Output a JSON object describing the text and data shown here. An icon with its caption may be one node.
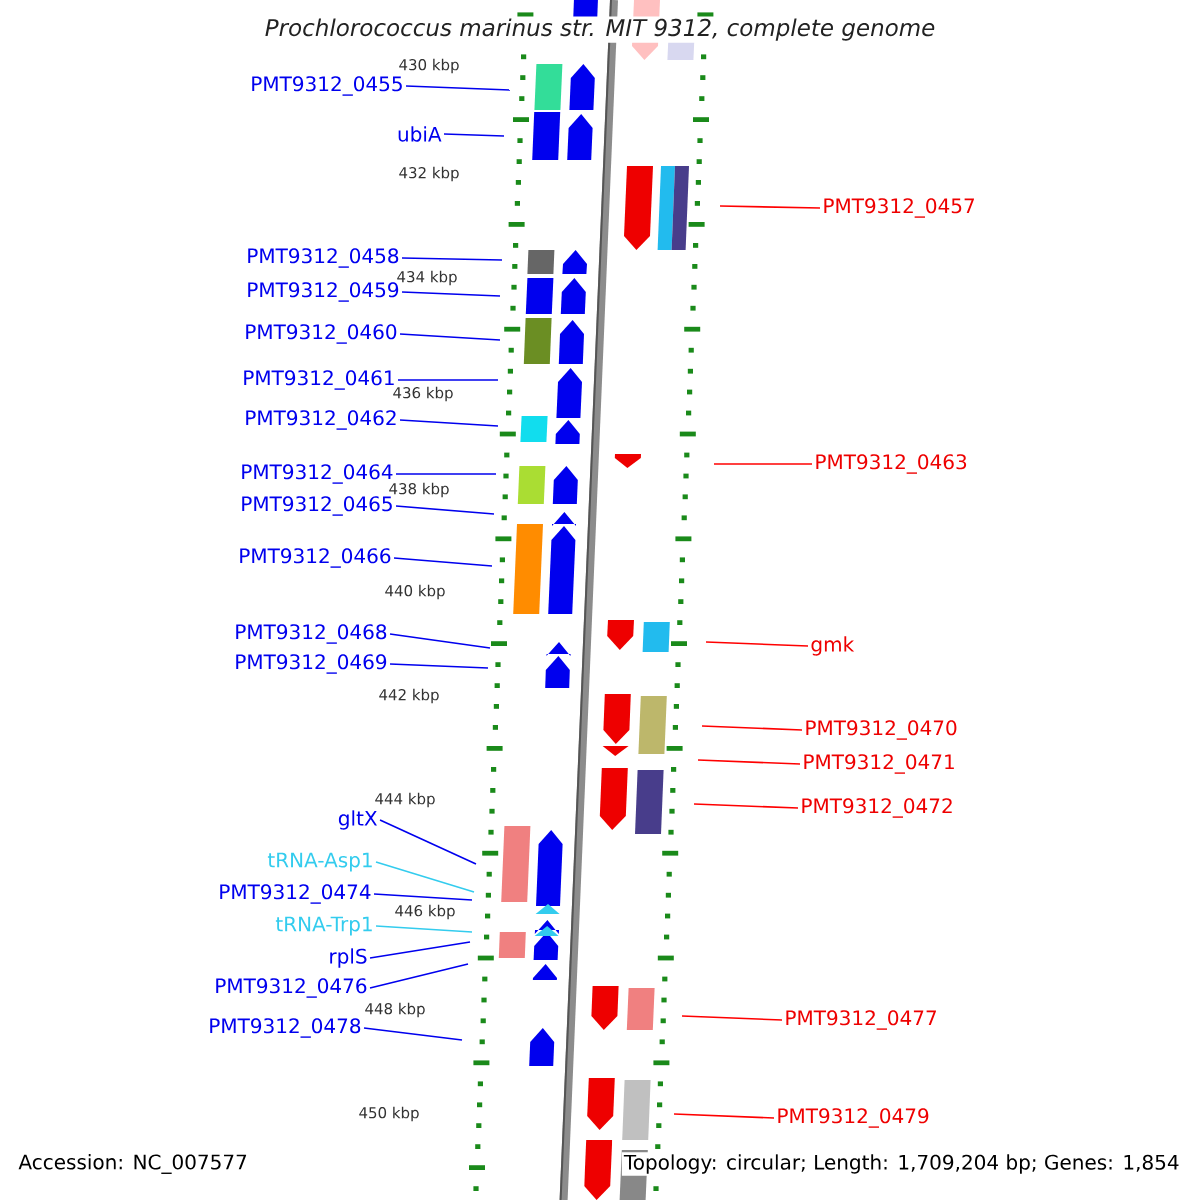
{
  "diagram": {
    "title": "Prochlorococcus marinus str. MIT 9312, complete genome",
    "nodes": [
      {
        "text": [
          "PMT9312_0455"
        ]
      },
      {
        "text": [
          "ubiA"
        ]
      },
      {
        "text": [
          "PMT9312_0458"
        ]
      },
      {
        "text": [
          "PMT9312_0459"
        ]
      },
      {
        "text": [
          "PMT9312_0460"
        ]
      },
      {
        "text": [
          "PMT9312_0461"
        ]
      },
      {
        "text": [
          "PMT9312_0462"
        ]
      },
      {
        "text": [
          "PMT9312_0464"
        ]
      },
      {
        "text": [
          "PMT9312_0465"
        ]
      },
      {
        "text": [
          "PMT9312_0466"
        ]
      },
      {
        "text": [
          "PMT9312_0468"
        ]
      },
      {
        "text": [
          "PMT9312_0469"
        ]
      },
      {
        "text": [
          "gltX"
        ]
      },
      {
        "text": [
          "tRNA-Asp1"
        ]
      },
      {
        "text": [
          "PMT9312_0474"
        ]
      },
      {
        "text": [
          "tRNA-Trp1"
        ]
      },
      {
        "text": [
          "rplS"
        ]
      },
      {
        "text": [
          "PMT9312_0476"
        ]
      },
      {
        "text": [
          "PMT9312_0478"
        ]
      },
      {
        "text": [
          "PMT9312_0457"
        ]
      },
      {
        "text": [
          "PMT9312_0463"
        ]
      },
      {
        "text": [
          "gmk"
        ]
      },
      {
        "text": [
          "PMT9312_0470"
        ]
      },
      {
        "text": [
          "PMT9312_0471"
        ]
      },
      {
        "text": [
          "PMT9312_0472"
        ]
      },
      {
        "text": [
          "PMT9312_0477"
        ]
      },
      {
        "text": [
          "PMT9312_0479"
        ]
      }
    ],
    "edges": [
      {
        "from": 0,
        "to": null,
        "arrow": "none"
      },
      {
        "from": 1,
        "to": null,
        "arrow": "none"
      },
      {
        "from": 2,
        "to": null,
        "arrow": "none"
      },
      {
        "from": 3,
        "to": null,
        "arrow": "none"
      },
      {
        "from": 4,
        "to": null,
        "arrow": "none"
      },
      {
        "from": 5,
        "to": null,
        "arrow": "none"
      },
      {
        "from": 6,
        "to": null,
        "arrow": "none"
      },
      {
        "from": 7,
        "to": null,
        "arrow": "none"
      },
      {
        "from": 8,
        "to": null,
        "arrow": "none"
      },
      {
        "from": 9,
        "to": null,
        "arrow": "none"
      },
      {
        "from": 10,
        "to": null,
        "arrow": "none"
      },
      {
        "from": 11,
        "to": null,
        "arrow": "none"
      },
      {
        "from": 12,
        "to": null,
        "arrow": "none"
      },
      {
        "from": 13,
        "to": null,
        "arrow": "none",
        "color": "#33ccee"
      },
      {
        "from": 14,
        "to": null,
        "arrow": "none"
      },
      {
        "from": 15,
        "to": null,
        "arrow": "none",
        "color": "#33ccee"
      },
      {
        "from": 16,
        "to": null,
        "arrow": "none"
      },
      {
        "from": 17,
        "to": null,
        "arrow": "none"
      },
      {
        "from": 18,
        "to": null,
        "arrow": "none"
      },
      {
        "from": 19,
        "to": null,
        "arrow": "none",
        "color": "#ff0000"
      },
      {
        "from": 20,
        "to": null,
        "arrow": "none",
        "color": "#ff0000"
      },
      {
        "from": 21,
        "to": null,
        "arrow": "none",
        "color": "#ff0000"
      },
      {
        "from": 22,
        "to": null,
        "arrow": "none",
        "color": "#ff0000"
      },
      {
        "from": 23,
        "to": null,
        "arrow": "none",
        "color": "#ff0000"
      },
      {
        "from": 24,
        "to": null,
        "arrow": "none",
        "color": "#ff0000"
      },
      {
        "from": 25,
        "to": null,
        "arrow": "none",
        "color": "#ff0000"
      },
      {
        "from": 26,
        "to": null,
        "arrow": "none",
        "color": "#ff0000"
      }
    ],
    "labels": [
      "430 kbp",
      "432 kbp",
      "434 kbp",
      "436 kbp",
      "438 kbp",
      "440 kbp",
      "442 kbp",
      "444 kbp",
      "446 kbp",
      "448 kbp",
      "450 kbp",
      "Accession: NC_007577",
      "Topology: circular; Length: 1,709,204 bp; Genes: 1,854"
    ]
  }
}
